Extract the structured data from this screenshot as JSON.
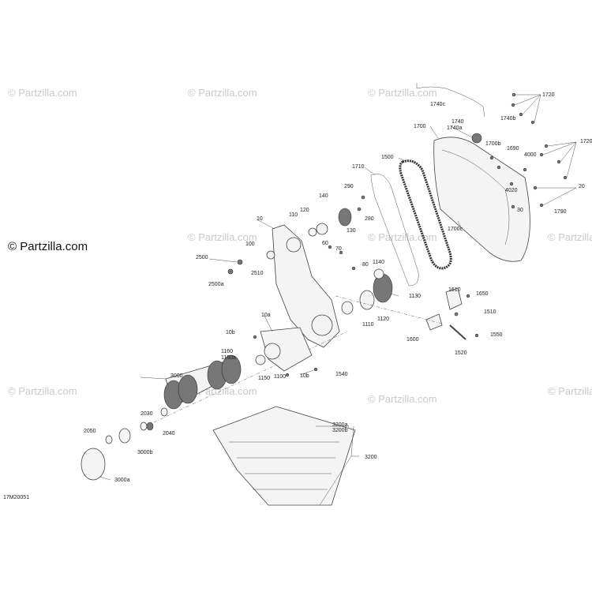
{
  "brand": "© Partzilla.com",
  "watermark": "© Partzilla.com",
  "diagram_code": "17M20051",
  "labels": [
    "1720",
    "1720",
    "1740c",
    "1740",
    "1740a",
    "1740b",
    "1700",
    "1700b",
    "1690",
    "4000",
    "4020",
    "20",
    "30",
    "1790",
    "1710",
    "1500",
    "290",
    "140",
    "280",
    "120",
    "110",
    "130",
    "10",
    "100",
    "2500",
    "2510",
    "2500a",
    "60",
    "70",
    "80",
    "1140",
    "1700c",
    "1130",
    "1120",
    "1110",
    "1610",
    "1650",
    "1510",
    "1600",
    "1550",
    "1520",
    "10a",
    "10b",
    "1160",
    "1160a",
    "1150",
    "1100",
    "10b",
    "1540",
    "3000",
    "2030",
    "2040",
    "2050",
    "3000b",
    "3000a",
    "3200a,",
    "3200b",
    "3200"
  ]
}
